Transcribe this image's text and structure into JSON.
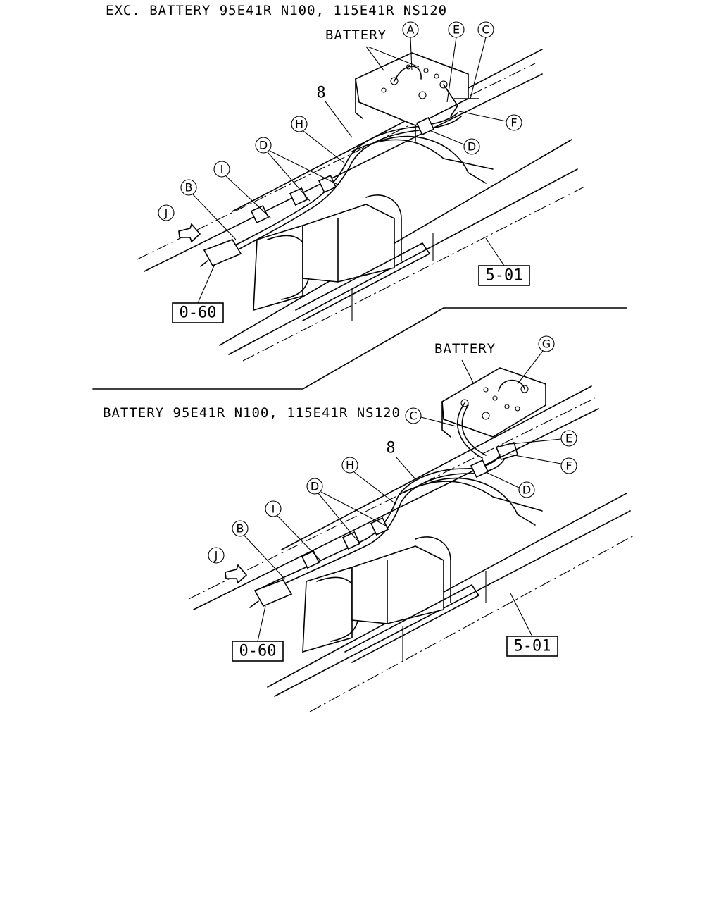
{
  "top": {
    "heading": "EXC. BATTERY 95E41R N100, 115E41R NS120",
    "battery_label": "BATTERY",
    "part_number": "8",
    "callouts": [
      "A",
      "E",
      "C",
      "F",
      "D",
      "H",
      "D",
      "I",
      "B",
      "J"
    ],
    "refs": [
      "5-01",
      "0-60"
    ]
  },
  "bottom": {
    "heading": "BATTERY 95E41R N100, 115E41R NS120",
    "battery_label": "BATTERY",
    "part_number": "8",
    "callouts": [
      "G",
      "C",
      "E",
      "F",
      "D",
      "H",
      "D",
      "I",
      "B",
      "J"
    ],
    "refs": [
      "5-01",
      "0-60"
    ]
  }
}
